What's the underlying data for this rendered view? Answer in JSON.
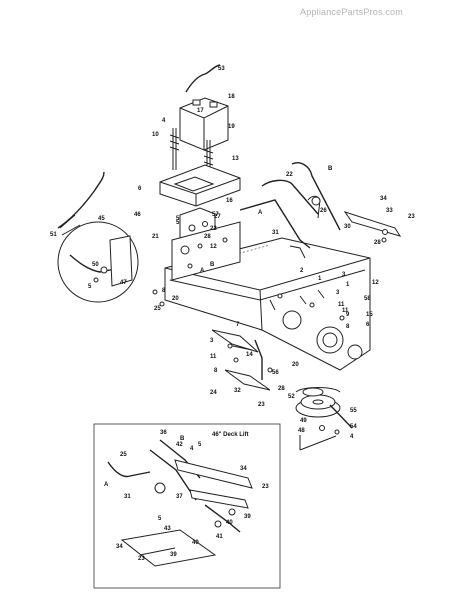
{
  "watermark": "AppliancePartsPros.com",
  "inset_title": "46\" Deck Lift",
  "main_callouts": [
    "53",
    "18",
    "17",
    "19",
    "4",
    "10",
    "13",
    "6",
    "16",
    "27",
    "5",
    "46",
    "22",
    "28",
    "21",
    "12",
    "B",
    "A",
    "51",
    "45",
    "50",
    "5",
    "47",
    "8",
    "20",
    "25",
    "2",
    "1",
    "3",
    "11",
    "12",
    "58",
    "15",
    "6",
    "7",
    "3",
    "11",
    "14",
    "8",
    "24",
    "32",
    "28",
    "23",
    "56",
    "20",
    "57",
    "52",
    "55",
    "49",
    "48",
    "54",
    "4",
    "22",
    "B",
    "A",
    "31",
    "26",
    "30",
    "34",
    "33",
    "23",
    "28",
    "1",
    "9",
    "8",
    "3",
    "11",
    "5"
  ],
  "inset_callouts": [
    "36",
    "B",
    "42",
    "4",
    "5",
    "A",
    "25",
    "31",
    "37",
    "34",
    "23",
    "40",
    "39",
    "5",
    "41",
    "43",
    "34",
    "23",
    "39",
    "40"
  ]
}
